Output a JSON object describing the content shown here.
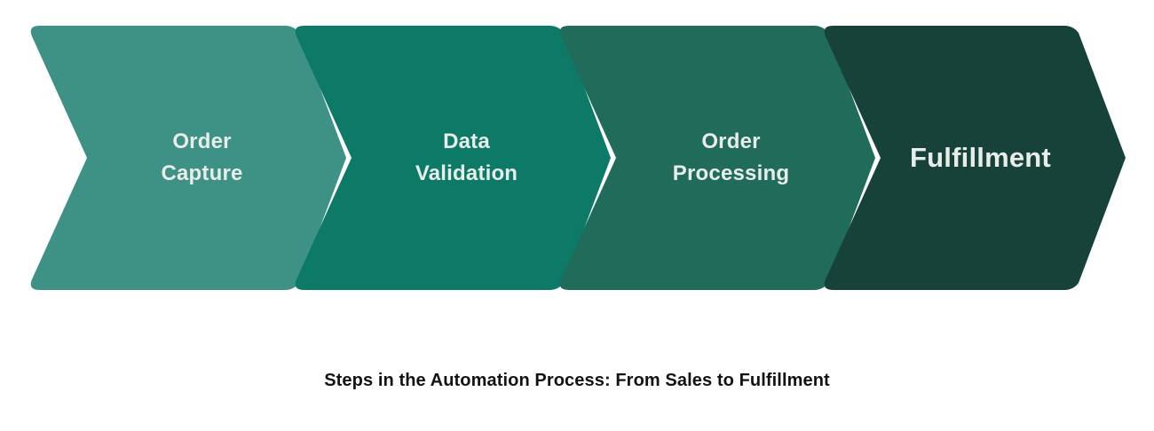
{
  "figure": {
    "caption": "Steps in the Automation Process: From Sales to Fulfillment",
    "background_color": "#ffffff",
    "caption_color": "#131313",
    "label_text_color": "#e9edea",
    "shape": "chevron-arrow",
    "orientation": "left-to-right"
  },
  "chart_data": {
    "type": "diagram",
    "diagram_type": "process-flow-chevron",
    "title": "Steps in the Automation Process: From Sales to Fulfillment",
    "direction": "left-to-right",
    "step_count": 4,
    "steps": [
      {
        "index": 1,
        "label": "Order Capture",
        "line1": "Order",
        "line2": "Capture",
        "lines": 2,
        "color": "#3d9185"
      },
      {
        "index": 2,
        "label": "Data Validation",
        "line1": "Data",
        "line2": "Validation",
        "lines": 2,
        "color": "#0d7a68"
      },
      {
        "index": 3,
        "label": "Order Processing",
        "line1": "Order",
        "line2": "Processing",
        "lines": 2,
        "color": "#206b59"
      },
      {
        "index": 4,
        "label": "Fulfillment",
        "line1": "Fulfillment",
        "line2": "",
        "lines": 1,
        "color": "#164239"
      }
    ]
  }
}
